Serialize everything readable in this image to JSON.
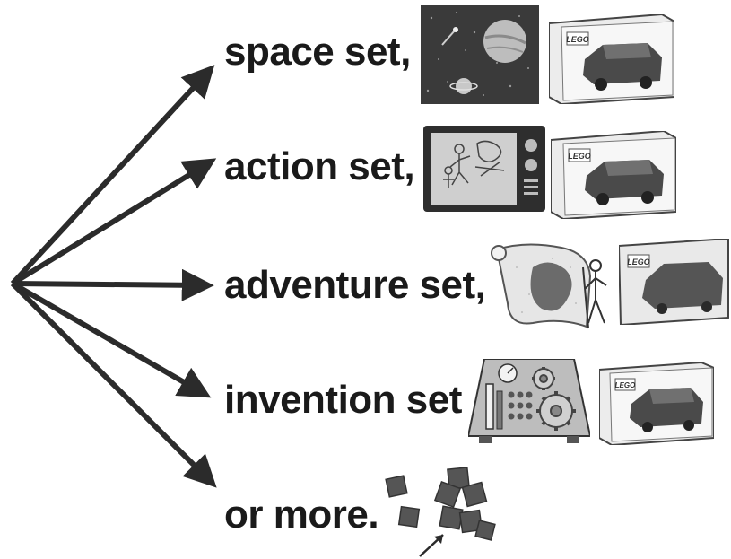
{
  "items": [
    {
      "label": "space set,",
      "theme_icon": "space-scene-icon",
      "box_icon": "lego-box-icon"
    },
    {
      "label": "action set,",
      "theme_icon": "tv-action-icon",
      "box_icon": "lego-box-icon"
    },
    {
      "label": "adventure set,",
      "theme_icon": "treasure-map-icon",
      "box_icon": "lego-box-icon"
    },
    {
      "label": "invention set",
      "theme_icon": "gear-machine-icon",
      "box_icon": "lego-box-icon"
    },
    {
      "label": "or more.",
      "theme_icon": "loose-bricks-icon"
    }
  ],
  "box_brand": "LEGO",
  "colors": {
    "ink": "#1a1a1a",
    "arrow": "#2b2b2b",
    "gray": "#6e6e6e",
    "light": "#d9d9d9"
  }
}
